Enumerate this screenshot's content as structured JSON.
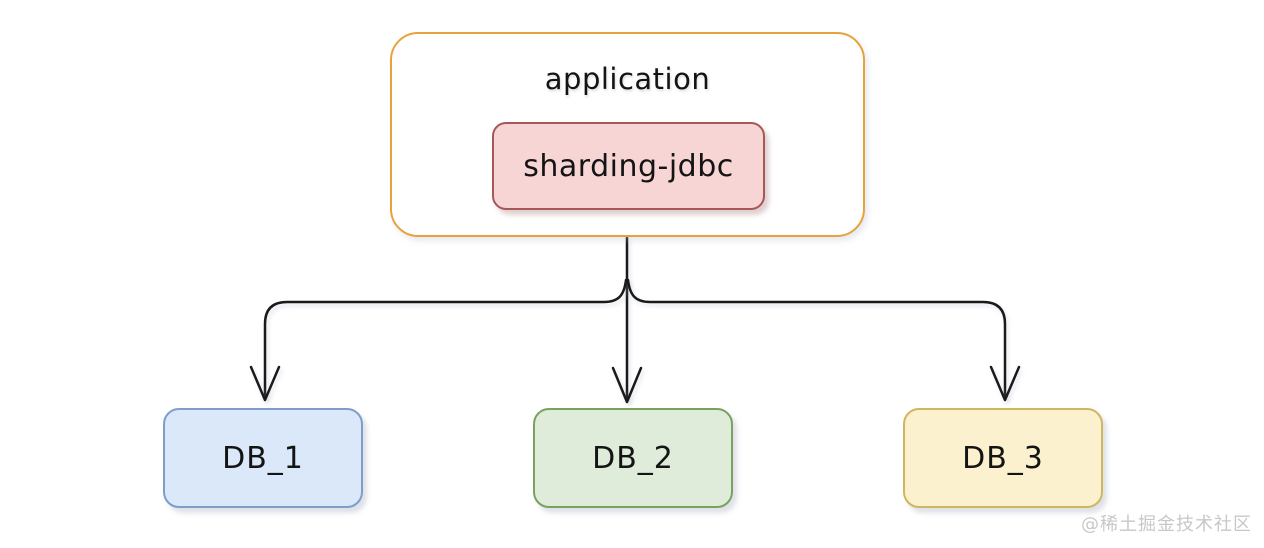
{
  "diagram": {
    "application": {
      "label": "application",
      "border_color": "#E8A23C",
      "fill_color": "#FFFFFF"
    },
    "sharding_jdbc": {
      "label": "sharding-jdbc",
      "fill_color": "#F8D5D5",
      "border_color": "#A85757"
    },
    "databases": [
      {
        "label": "DB_1",
        "fill_color": "#DAE8F9",
        "border_color": "#7E9EC9"
      },
      {
        "label": "DB_2",
        "fill_color": "#DFECDA",
        "border_color": "#7AA25E"
      },
      {
        "label": "DB_3",
        "fill_color": "#FCF1CE",
        "border_color": "#D0B65F"
      }
    ],
    "connections": [
      {
        "from": "sharding-jdbc",
        "to": "DB_1"
      },
      {
        "from": "sharding-jdbc",
        "to": "DB_2"
      },
      {
        "from": "sharding-jdbc",
        "to": "DB_3"
      }
    ],
    "connector_color": "#1a1a1a"
  },
  "watermark": {
    "text": "@稀土掘金技术社区"
  }
}
